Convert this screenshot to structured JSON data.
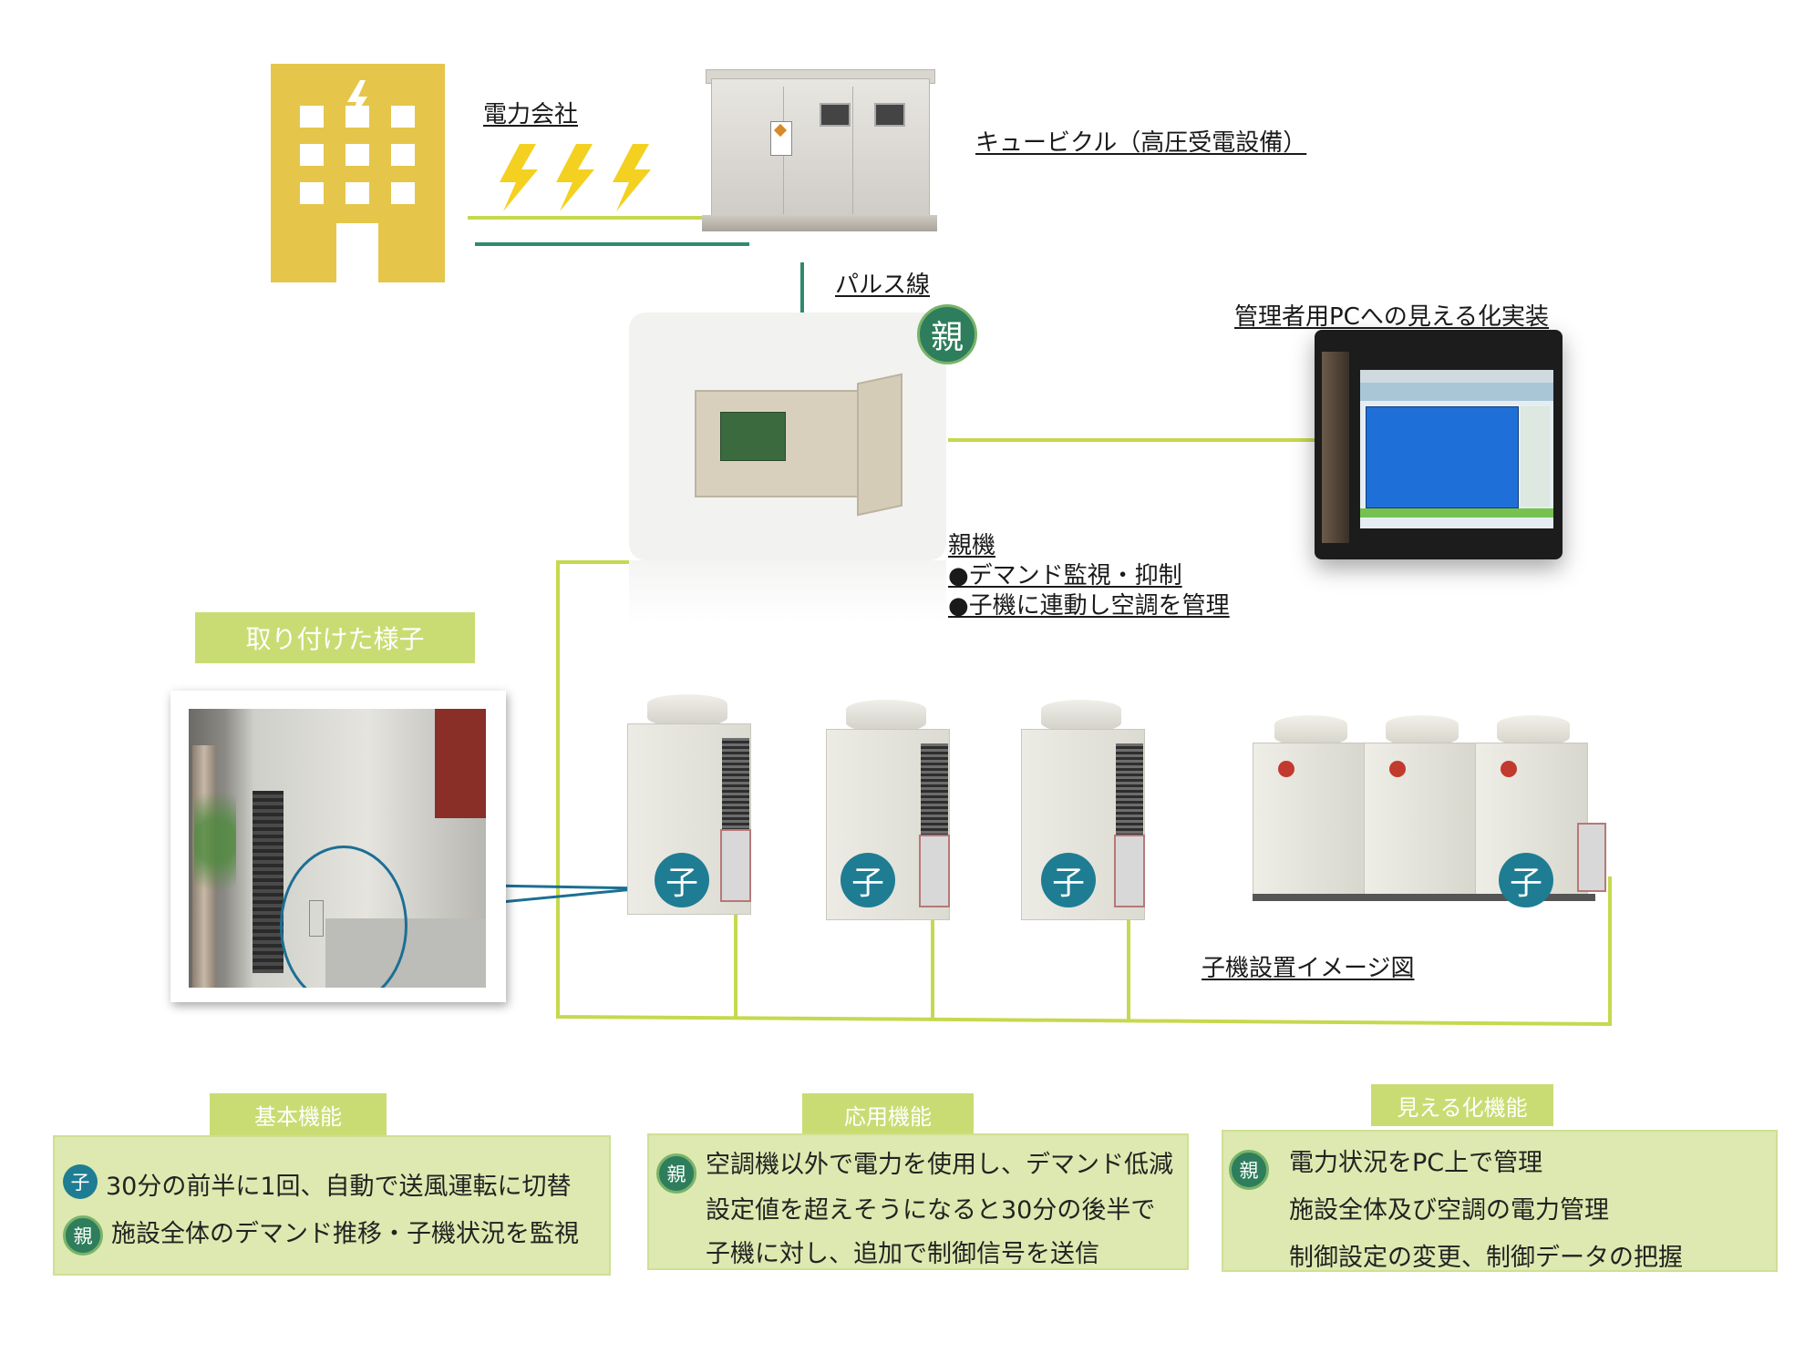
{
  "labels": {
    "power_company": "電力会社",
    "cubicle": "キュービクル（高圧受電設備）",
    "pulse_line": "パルス線",
    "pc_title": "管理者用PCへの見える化実装",
    "master_unit": "親機",
    "master_bullet_1": "●デマンド監視・抑制",
    "master_bullet_2": "●子機に連動し空調を管理",
    "install_title": "取り付けた様子",
    "slave_image_caption": "子機設置イメージ図"
  },
  "badges": {
    "oya": "親",
    "ko": "子"
  },
  "sections": [
    {
      "title": "基本機能",
      "rows": [
        {
          "badge": "子",
          "text": "30分の前半に1回、自動で送風運転に切替"
        },
        {
          "badge": "親",
          "text": "施設全体のデマンド推移・子機状況を監視"
        }
      ]
    },
    {
      "title": "応用機能",
      "badge": "親",
      "rows": [
        {
          "text": "空調機以外で電力を使用し、デマンド低減"
        },
        {
          "text": "設定値を超えそうになると30分の後半で"
        },
        {
          "text": "子機に対し、追加で制御信号を送信"
        }
      ]
    },
    {
      "title": "見える化機能",
      "badge": "親",
      "rows": [
        {
          "text": "電力状況をPC上で管理"
        },
        {
          "text": "施設全体及び空調の電力管理"
        },
        {
          "text": "制御設定の変更、制御データの把握"
        }
      ]
    }
  ],
  "colors": {
    "building": "#e5c64b",
    "lightning": "#f4d020",
    "wire_green": "#c6d84e",
    "wire_teal": "#2f8a6f",
    "section_fill": "#dde9b0",
    "section_title": "#c9dc73",
    "badge_ko": "#1e7d92",
    "badge_oya": "#2e7d5c"
  },
  "icons": [
    "building-icon",
    "lightning-icon"
  ]
}
